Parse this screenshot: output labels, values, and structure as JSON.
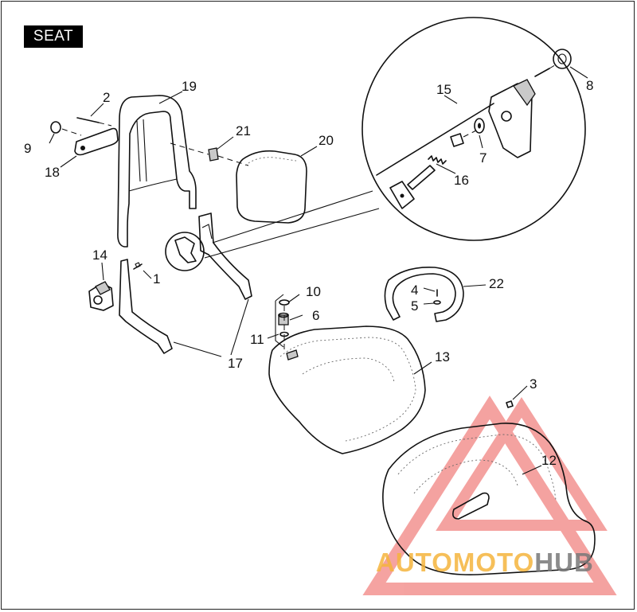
{
  "diagram": {
    "title": "SEAT",
    "callouts": [
      "1",
      "2",
      "3",
      "4",
      "5",
      "6",
      "7",
      "8",
      "9",
      "10",
      "11",
      "12",
      "13",
      "14",
      "15",
      "16",
      "17",
      "18",
      "19",
      "20",
      "21",
      "22"
    ]
  },
  "watermark": {
    "part1": "AUTOMOTO",
    "part2": "HUB",
    "colors": {
      "triangle": "#e8322f",
      "text_orange": "#f4b43c",
      "text_gray": "#787878"
    }
  }
}
